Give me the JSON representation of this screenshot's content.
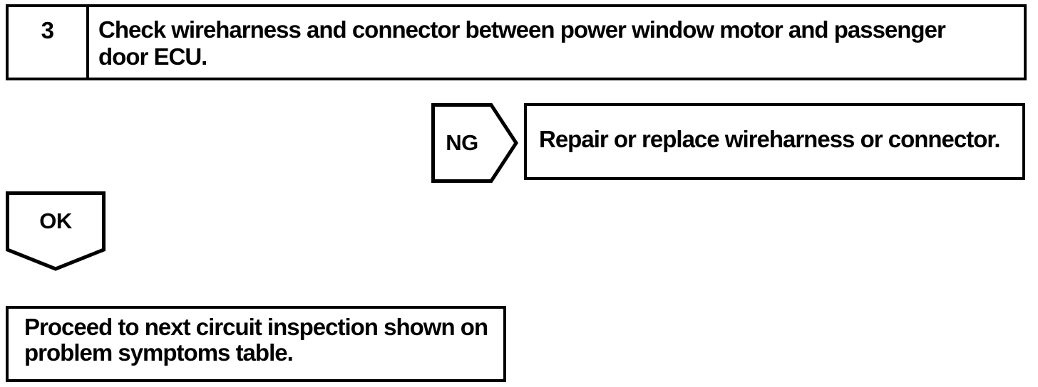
{
  "flowchart": {
    "step": {
      "number": "3",
      "instruction_lines": [
        "Check wireharness and connector between power window motor and passenger",
        "door ECU."
      ]
    },
    "ng_branch": {
      "label": "NG",
      "action": "Repair or replace wireharness or connector."
    },
    "ok_branch": {
      "label": "OK"
    },
    "next_step": {
      "lines": [
        "Proceed to next circuit inspection shown on",
        "problem symptoms table."
      ]
    },
    "colors": {
      "ink": "#000000",
      "paper": "#ffffff"
    }
  }
}
